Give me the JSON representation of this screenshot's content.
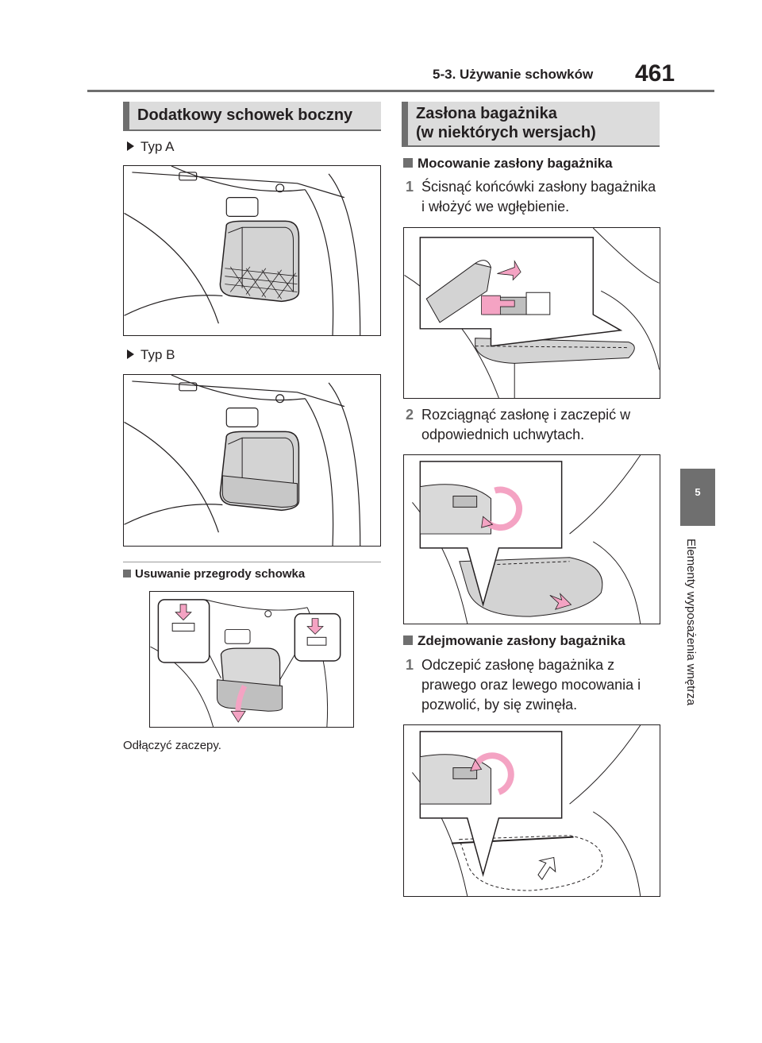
{
  "header": {
    "section": "5-3. Używanie schowków",
    "page_number": "461"
  },
  "side_tab": {
    "number": "5",
    "text": "Elementy wyposażenia wnętrza"
  },
  "left": {
    "title": "Dodatkowy schowek boczny",
    "type_a": "Typ A",
    "type_b": "Typ B",
    "subhead": "Usuwanie przegrody schowka",
    "caption": "Odłączyć zaczepy."
  },
  "right": {
    "title_line1": "Zasłona bagażnika",
    "title_line2": "(w niektórych wersjach)",
    "sub1": "Mocowanie zasłony bagażnika",
    "step1_num": "1",
    "step1_text": "Ścisnąć końcówki zasłony bagażnika i włożyć we wgłębienie.",
    "step2_num": "2",
    "step2_text": "Rozciągnąć zasłonę i zaczepić w odpowiednich uchwytach.",
    "sub2": "Zdejmowanie zasłony bagażnika",
    "step3_num": "1",
    "step3_text": "Odczepić zasłonę bagażnika z prawego oraz lewego mocowania i pozwolić, by się zwinęła."
  },
  "colors": {
    "accent_gray": "#6f6f6f",
    "heading_bg": "#dcdcdc",
    "arrow_pink": "#f4a3c3"
  }
}
